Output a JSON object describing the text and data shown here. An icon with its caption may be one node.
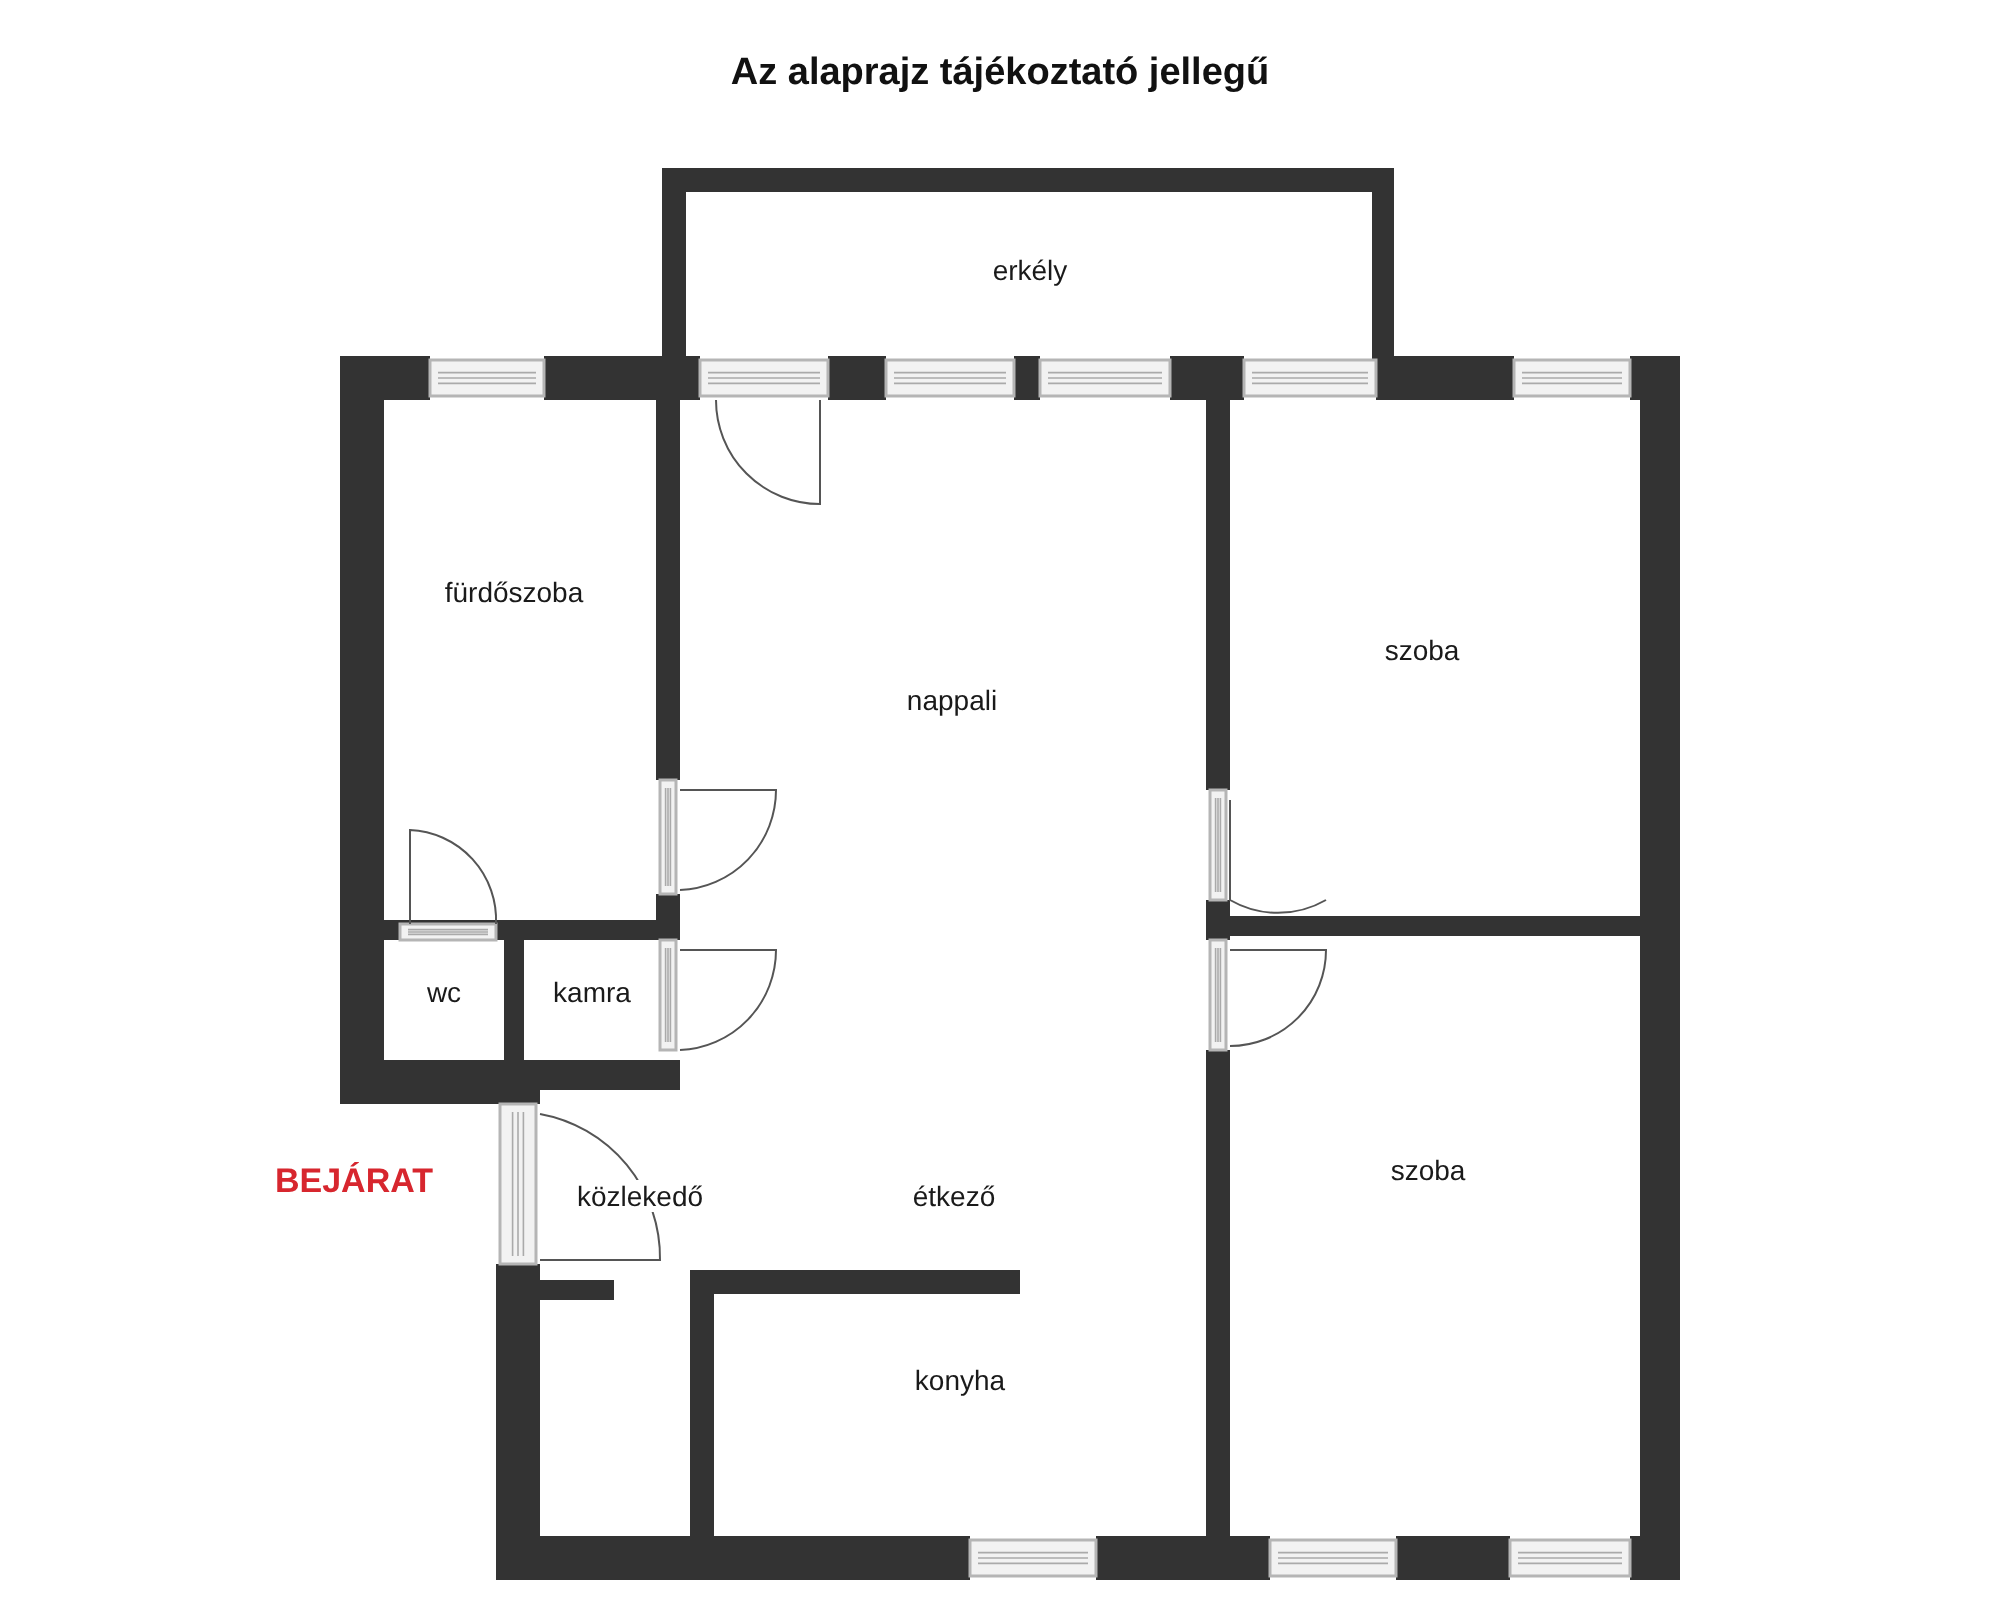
{
  "diagram": {
    "title": "Az alaprajz tájékoztató jellegű",
    "labels": [
      "erkély",
      "fürdőszoba",
      "szoba",
      "nappali",
      "wc",
      "kamra",
      "BEJÁRAT",
      "közlekedő",
      "étkező",
      "szoba",
      "konyha"
    ]
  }
}
